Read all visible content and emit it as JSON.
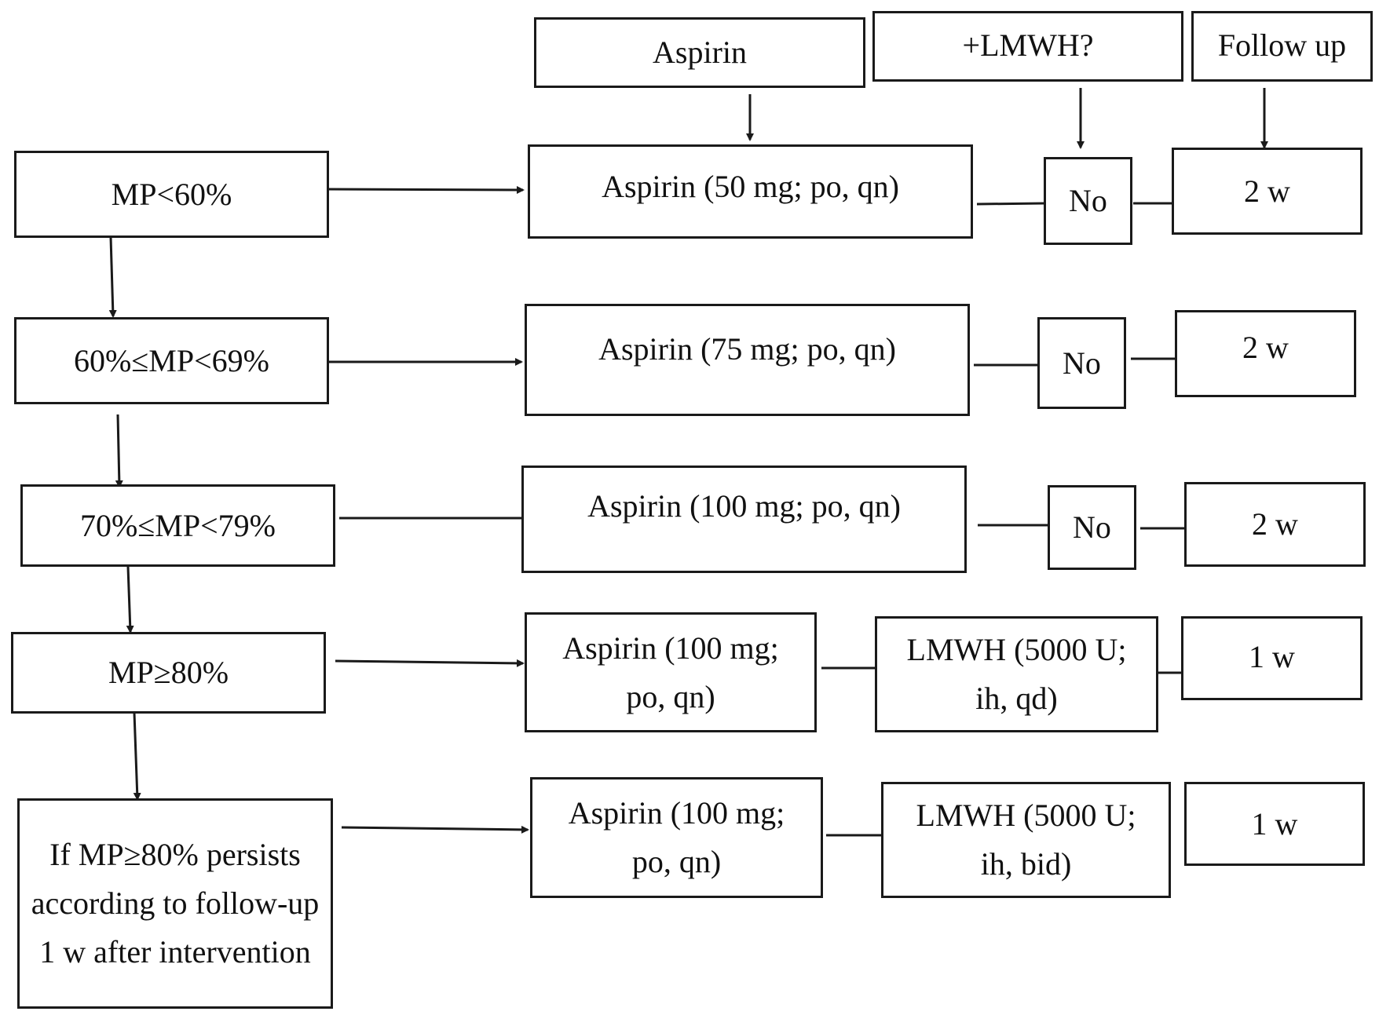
{
  "headers": {
    "aspirin": "Aspirin",
    "lmwh": "+LMWH?",
    "follow_up": "Follow up"
  },
  "rows": [
    {
      "level": "MP<60%",
      "aspirin": "Aspirin (50 mg; po, qn)",
      "lmwh": "No",
      "follow_up": "2 w"
    },
    {
      "level": "60%≤MP<69%",
      "aspirin": "Aspirin (75 mg; po, qn)",
      "lmwh": "No",
      "follow_up": "2 w"
    },
    {
      "level": "70%≤MP<79%",
      "aspirin": "Aspirin (100 mg; po, qn)",
      "lmwh": "No",
      "follow_up": "2 w"
    },
    {
      "level": "MP≥80%",
      "aspirin": "Aspirin (100 mg; po, qn)",
      "lmwh": "LMWH (5000 U; ih, qd)",
      "follow_up": "1 w"
    },
    {
      "level": "If MP≥80% persists according to follow-up 1 w after intervention",
      "aspirin": "Aspirin (100 mg; po, qn)",
      "lmwh": "LMWH (5000 U; ih, bid)",
      "follow_up": "1 w"
    }
  ]
}
